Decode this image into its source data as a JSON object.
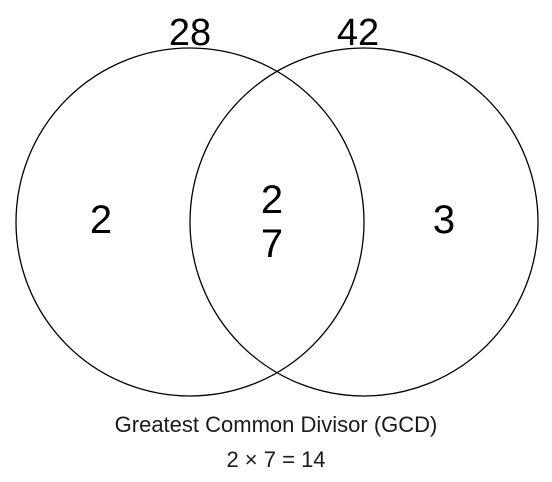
{
  "sets": {
    "left": {
      "label": "28",
      "only": [
        "2"
      ]
    },
    "right": {
      "label": "42",
      "only": [
        "3"
      ]
    },
    "intersection": [
      "2",
      "7"
    ]
  },
  "caption": {
    "line1": "Greatest Common Divisor (GCD)",
    "line2": "2 × 7 = 14"
  }
}
